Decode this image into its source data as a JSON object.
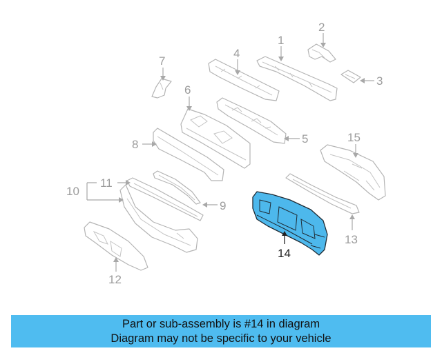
{
  "diagram": {
    "callouts": [
      "1",
      "2",
      "3",
      "4",
      "5",
      "6",
      "7",
      "8",
      "9",
      "10",
      "11",
      "12",
      "13",
      "14",
      "15"
    ],
    "highlighted_part": "14",
    "colors": {
      "highlight_fill": "#4db8ec",
      "outline": "#b4b4b4",
      "callout_text": "#9c9c9c",
      "banner": "#4fbcf0"
    }
  },
  "banner": {
    "line1": "Part or sub-assembly is #14 in diagram",
    "line2": "Diagram may not be specific to your vehicle"
  }
}
